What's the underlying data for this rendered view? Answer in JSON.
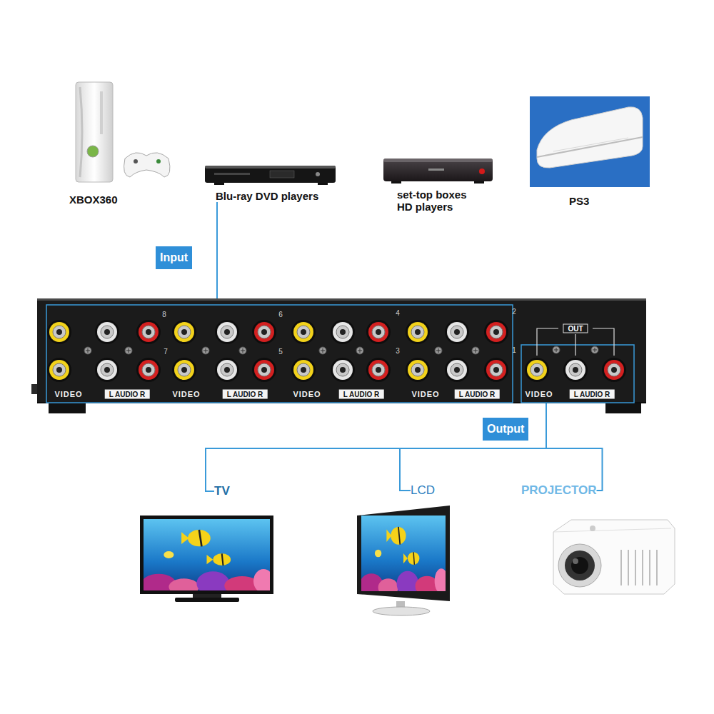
{
  "diagram": {
    "nodes": [
      {
        "text": [
          "XBOX360"
        ]
      },
      {
        "text": [
          "Blu-ray DVD players"
        ]
      },
      {
        "text": [
          "set-top boxes HD players"
        ]
      },
      {
        "text": [
          "PS3"
        ]
      },
      {
        "text": [
          "Input"
        ]
      },
      {
        "text": [
          "8",
          "6",
          "4",
          "2",
          "OUT",
          "7",
          "5",
          "3",
          "1",
          "VIDEO",
          "L AUDIO R",
          "VIDEO",
          "L AUDIO R",
          "VIDEO",
          "L AUDIO R",
          "VIDEO",
          "L AUDIO R",
          "VIDEO",
          "L AUDIO R"
        ]
      },
      {
        "text": [
          "Output"
        ]
      },
      {
        "text": [
          "TV"
        ]
      },
      {
        "text": [
          "LCD"
        ]
      },
      {
        "text": [
          "PROJECTOR"
        ]
      }
    ],
    "edges": [
      {
        "from": 1,
        "to": 5,
        "arrow": "none"
      },
      {
        "from": 5,
        "to": 7,
        "arrow": "none"
      },
      {
        "from": 5,
        "to": 8,
        "arrow": "none"
      },
      {
        "from": 5,
        "to": 9,
        "arrow": "none"
      }
    ]
  }
}
